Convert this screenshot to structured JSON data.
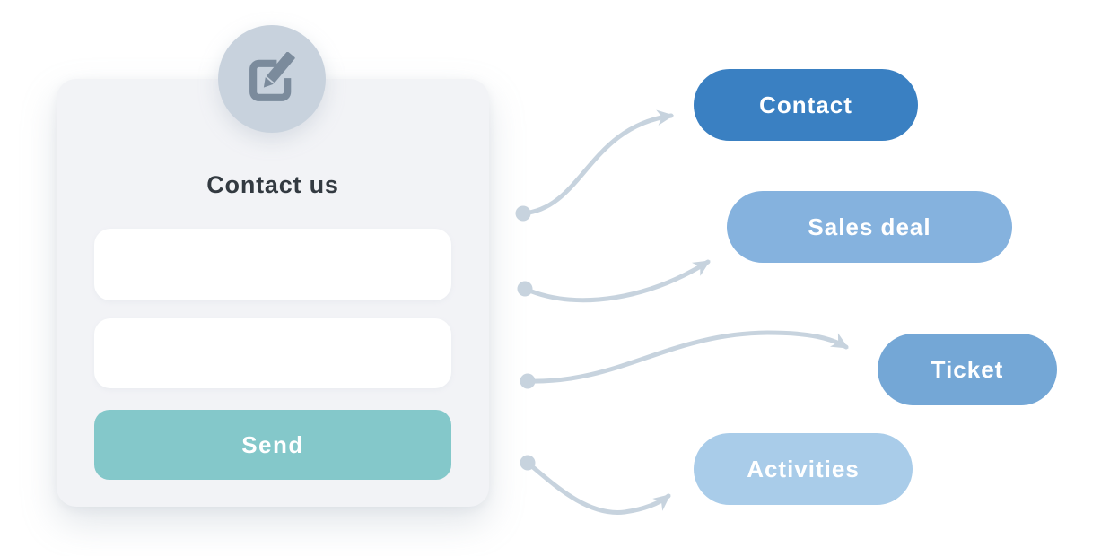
{
  "form_card": {
    "icon": "compose-edit-icon",
    "title": "Contact us",
    "fields": [
      {
        "value": "",
        "placeholder": ""
      },
      {
        "value": "",
        "placeholder": ""
      }
    ],
    "send_label": "Send"
  },
  "connections": [
    {
      "label": "Contact",
      "color": "#3a80c2"
    },
    {
      "label": "Sales deal",
      "color": "#85b2de"
    },
    {
      "label": "Ticket",
      "color": "#74a7d6"
    },
    {
      "label": "Activities",
      "color": "#a9cce9"
    }
  ],
  "colors": {
    "page_bg": "#ffffff",
    "card_bg": "#f2f3f6",
    "icon_circle": "#c8d2dd",
    "icon_glyph": "#7b8b9c",
    "title_text": "#333a41",
    "field_bg": "#ffffff",
    "send_bg": "#84c8ca",
    "send_text": "#ffffff",
    "pill_text": "#ffffff",
    "arrow": "#c7d3de"
  }
}
